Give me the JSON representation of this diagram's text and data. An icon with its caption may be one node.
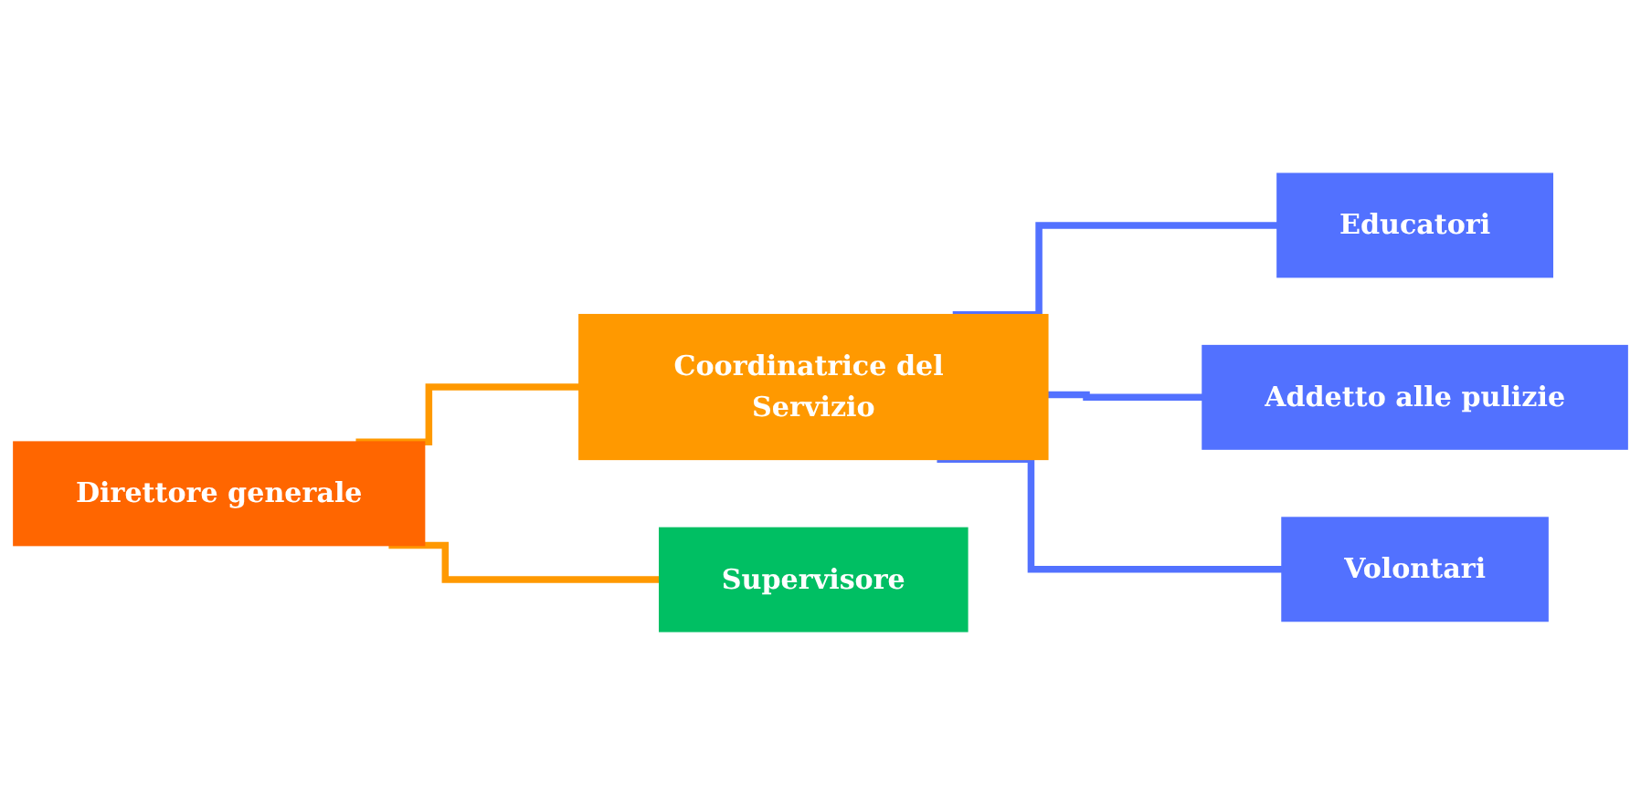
{
  "diagram": {
    "nodes": [
      {
        "text": [
          "Direttore generale"
        ]
      },
      {
        "text": [
          "Coordinatrice del Servizio"
        ]
      },
      {
        "text": [
          "Supervisore"
        ]
      },
      {
        "text": [
          "Educatori"
        ]
      },
      {
        "text": [
          "Addetto alle pulizie"
        ]
      },
      {
        "text": [
          "Volontari"
        ]
      }
    ],
    "edges": [
      {
        "from": 0,
        "to": 1,
        "arrow": "none",
        "color": "#ff9900"
      },
      {
        "from": 0,
        "to": 2,
        "arrow": "none",
        "color": "#ff9900"
      },
      {
        "from": 1,
        "to": 3,
        "arrow": "none"
      },
      {
        "from": 1,
        "to": 4,
        "arrow": "none"
      },
      {
        "from": 1,
        "to": 5,
        "arrow": "none"
      }
    ]
  }
}
